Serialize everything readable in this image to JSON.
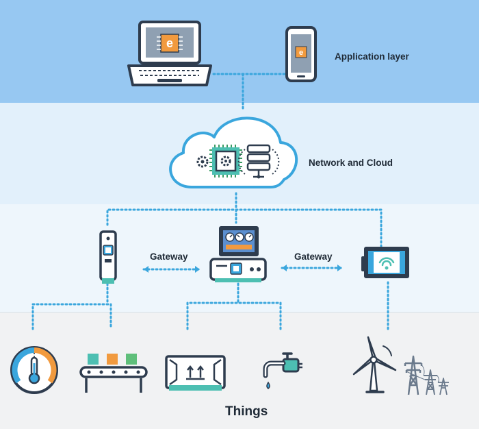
{
  "layers": {
    "application": "Application layer",
    "network": "Network and Cloud",
    "things": "Things"
  },
  "gateways": {
    "left": "Gateway",
    "right": "Gateway"
  },
  "colors": {
    "band_application": "#97c8f2",
    "band_network": "#e2f0fb",
    "band_gateway": "#eef6fc",
    "band_things": "#f1f2f3",
    "connector": "#3aa6dd",
    "device_dark": "#2e3c4e",
    "accent_teal": "#4dbfb2",
    "accent_orange": "#f19a3e",
    "accent_blue": "#5b8fd0",
    "accent_green": "#5fbf7a"
  },
  "icons": [
    "laptop-icon",
    "smartphone-icon",
    "cloud-icon",
    "chip-icon",
    "gear-icon",
    "server-icon",
    "usb-gateway-icon",
    "central-gateway-icon",
    "wifi-router-icon",
    "thermometer-gauge-icon",
    "conveyor-belt-icon",
    "package-box-icon",
    "water-tap-icon",
    "wind-turbine-icon",
    "power-tower-icon"
  ]
}
